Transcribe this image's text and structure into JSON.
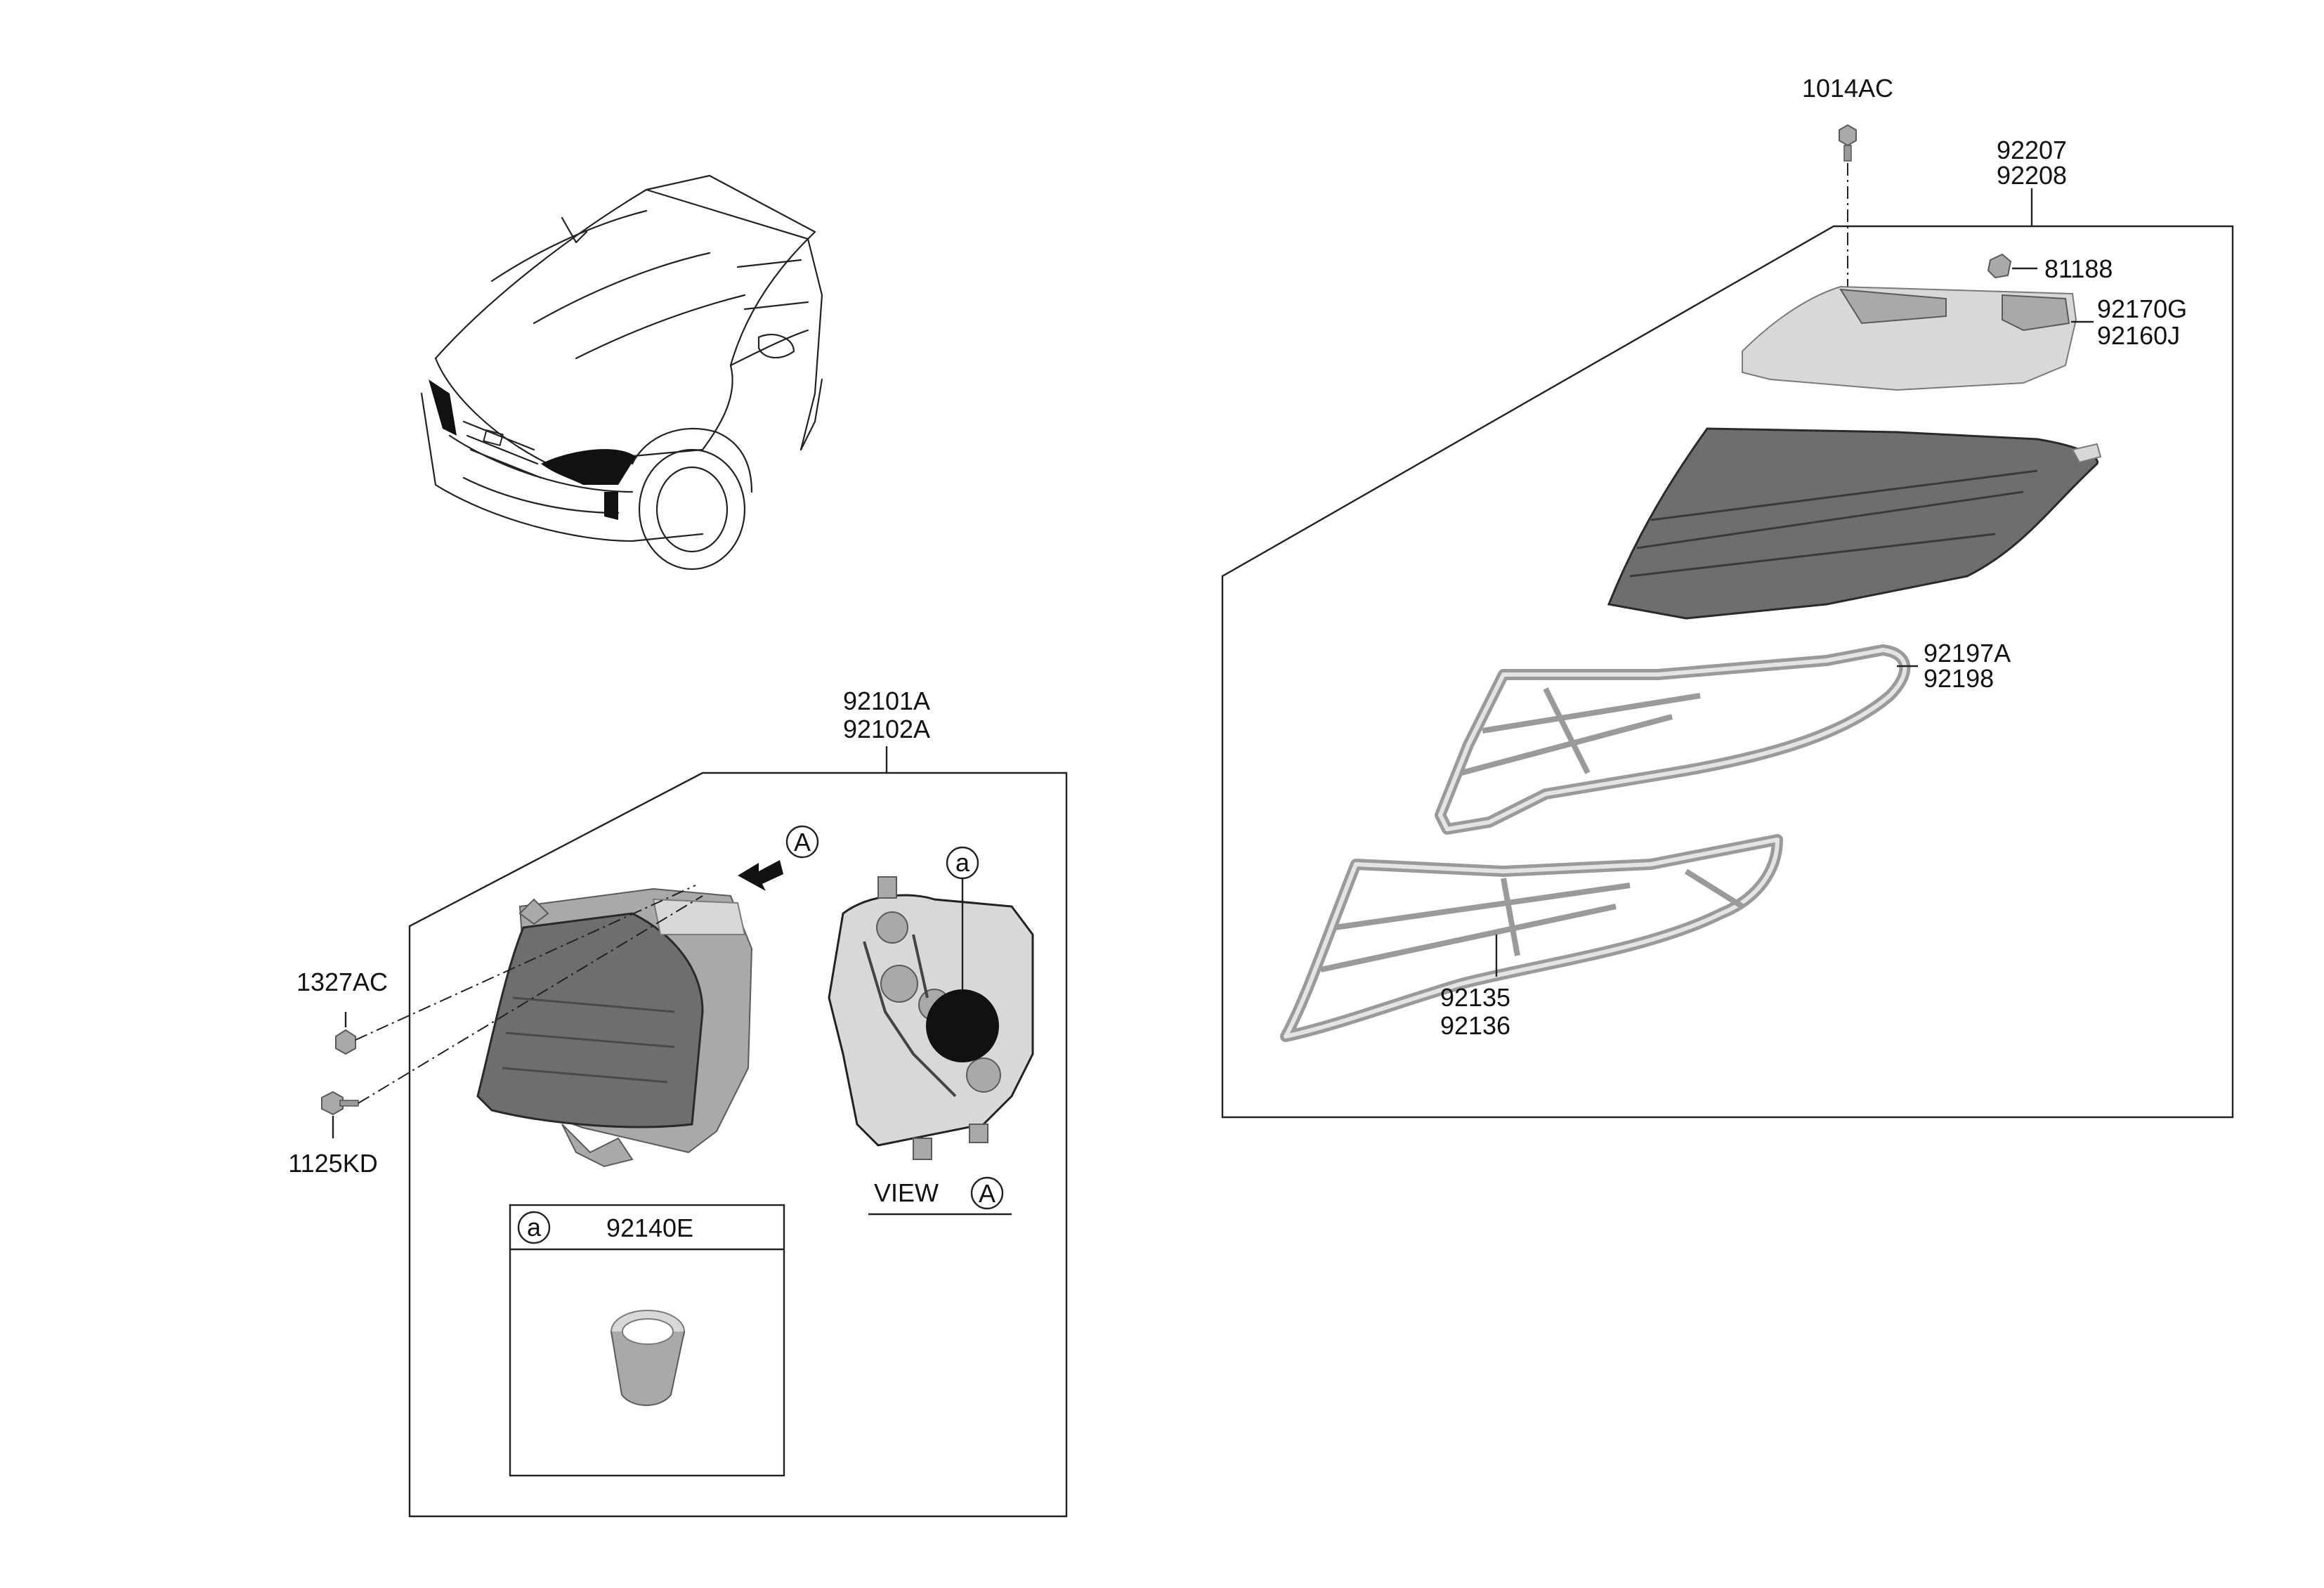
{
  "parts": {
    "bolt_top": "1014AC",
    "housing_top": [
      "92207",
      "92208"
    ],
    "clip": "81188",
    "bezel": [
      "92170G",
      "92160J"
    ],
    "lens_frame": [
      "92197A",
      "92198"
    ],
    "garnish": [
      "92135",
      "92136"
    ],
    "headlamp_assy": [
      "92101A",
      "92102A"
    ],
    "nut": "1327AC",
    "screw": "1125KD",
    "socket": "92140E"
  },
  "view_text": "VIEW",
  "view_ref": "A",
  "detail_ref": "a"
}
